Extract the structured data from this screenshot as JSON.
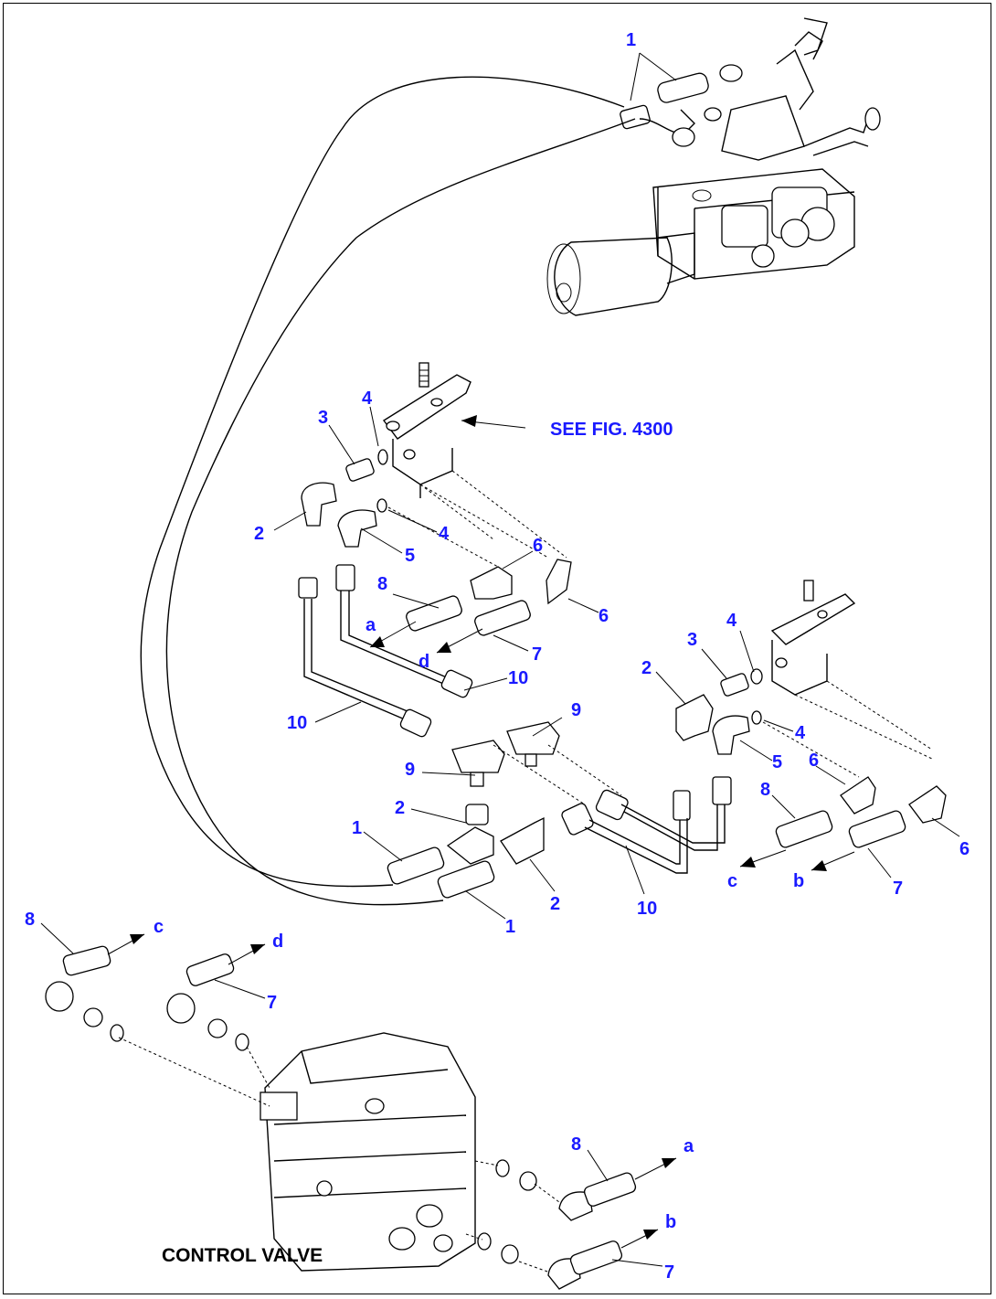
{
  "callouts": {
    "c_1_top": "1",
    "c_4_a": "4",
    "c_3_a": "3",
    "c_2_a": "2",
    "c_4_b": "4",
    "c_5_a": "5",
    "c_6_a": "6",
    "c_6_b": "6",
    "c_8_a": "8",
    "c_a_a": "a",
    "c_d_a": "d",
    "c_7_a": "7",
    "c_10_a": "10",
    "c_10_b": "10",
    "c_9_a": "9",
    "c_9_b": "9",
    "c_2_b": "2",
    "c_1_a": "1",
    "c_1_b": "1",
    "c_2_c": "2",
    "c_10_c": "10",
    "c_4_c": "4",
    "c_3_b": "3",
    "c_2_d": "2",
    "c_4_d": "4",
    "c_5_b": "5",
    "c_6_c": "6",
    "c_8_b": "8",
    "c_6_d": "6",
    "c_c_a": "c",
    "c_b_a": "b",
    "c_7_b": "7",
    "c_8_c": "8",
    "c_c_b": "c",
    "c_d_b": "d",
    "c_7_c": "7",
    "c_8_d": "8",
    "c_a_b": "a",
    "c_b_b": "b",
    "c_7_d": "7"
  },
  "notes": {
    "see_fig": "SEE FIG. 4300"
  },
  "labels": {
    "control_valve": "CONTROL VALVE"
  }
}
